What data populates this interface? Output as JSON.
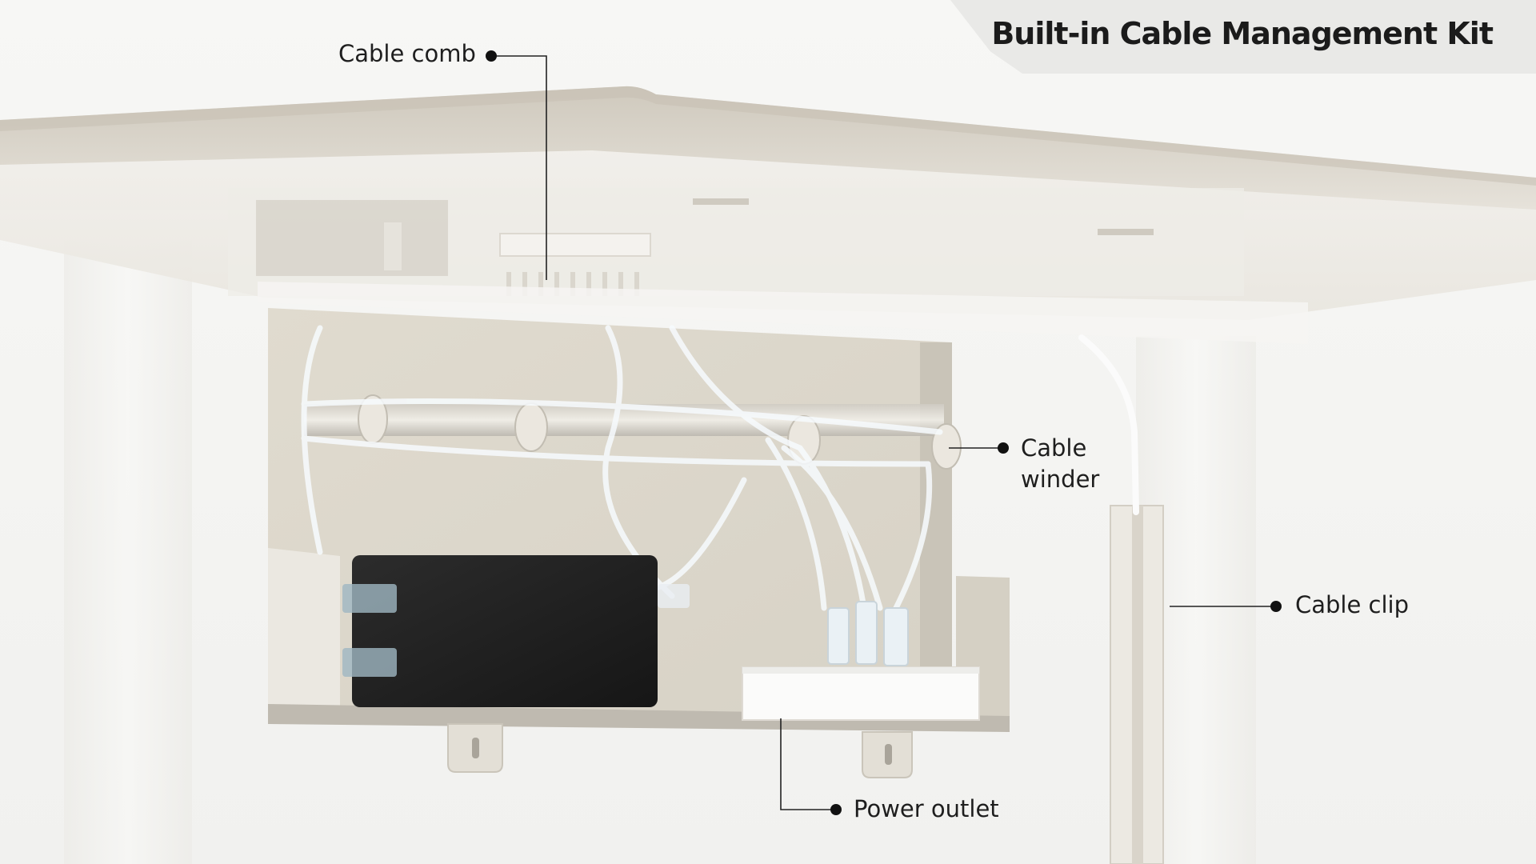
{
  "header": {
    "title": "Built-in Cable Management Kit"
  },
  "callouts": {
    "cable_comb": "Cable comb",
    "cable_winder": "Cable winder",
    "cable_clip": "Cable clip",
    "power_outlet": "Power outlet"
  },
  "colors": {
    "desk_top": "#d8d3c9",
    "tray": "#ddd8cc",
    "power_brick": "#222222",
    "callout_line": "#222222",
    "title_tab": "#e9e9e7"
  }
}
